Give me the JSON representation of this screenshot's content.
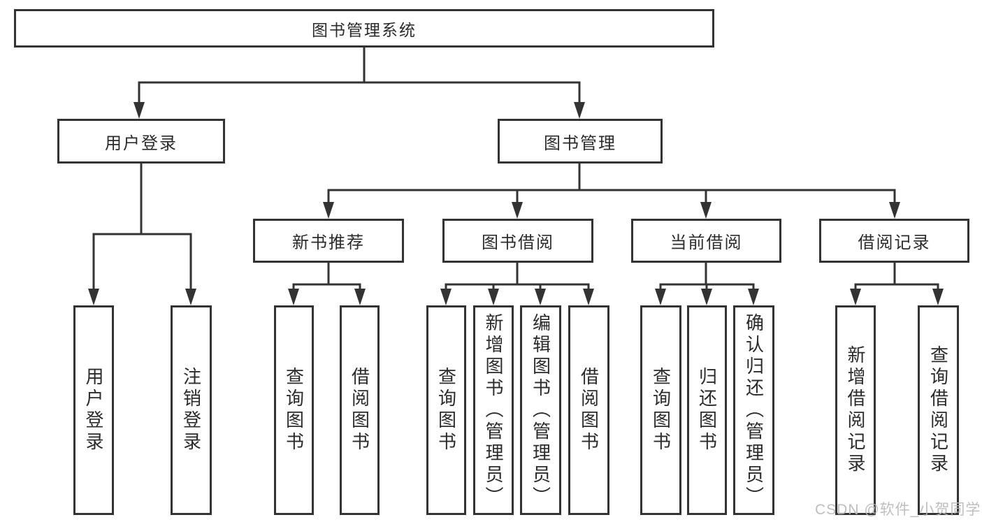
{
  "diagram": {
    "type": "hierarchy-tree",
    "colors": {
      "line": "#333333",
      "text": "#2b2b2b",
      "background": "#ffffff",
      "watermark": "#b8b8b8"
    },
    "nodes": {
      "root": {
        "label": "图书管理系统"
      },
      "userLogin": {
        "label": "用户登录"
      },
      "bookManagement": {
        "label": "图书管理"
      },
      "newBookRecommend": {
        "label": "新书推荐"
      },
      "bookBorrow": {
        "label": "图书借阅"
      },
      "currentBorrow": {
        "label": "当前借阅"
      },
      "borrowRecords": {
        "label": "借阅记录"
      },
      "userLoginLeaf": {
        "label": "用户登录"
      },
      "logoutLeaf": {
        "label": "注销登录"
      },
      "queryBook1": {
        "label": "查询图书"
      },
      "borrowBook1": {
        "label": "借阅图书"
      },
      "queryBook2": {
        "label": "查询图书"
      },
      "addBookAdmin": {
        "label": "新增图书（管理员）"
      },
      "editBookAdmin": {
        "label": "编辑图书（管理员）"
      },
      "borrowBook2": {
        "label": "借阅图书"
      },
      "queryBook3": {
        "label": "查询图书"
      },
      "returnBook": {
        "label": "归还图书"
      },
      "confirmReturnAdmin": {
        "label": "确认归还（管理员）"
      },
      "addBorrowRecord": {
        "label": "新增借阅记录"
      },
      "queryBorrowRecord": {
        "label": "查询借阅记录"
      }
    },
    "hierarchy": {
      "图书管理系统": {
        "用户登录": [
          "用户登录",
          "注销登录"
        ],
        "图书管理": {
          "新书推荐": [
            "查询图书",
            "借阅图书"
          ],
          "图书借阅": [
            "查询图书",
            "新增图书（管理员）",
            "编辑图书（管理员）",
            "借阅图书"
          ],
          "当前借阅": [
            "查询图书",
            "归还图书",
            "确认归还（管理员）"
          ],
          "借阅记录": [
            "新增借阅记录",
            "查询借阅记录"
          ]
        }
      }
    },
    "watermark": {
      "text": "CSDN @软件_小贺同学"
    }
  }
}
